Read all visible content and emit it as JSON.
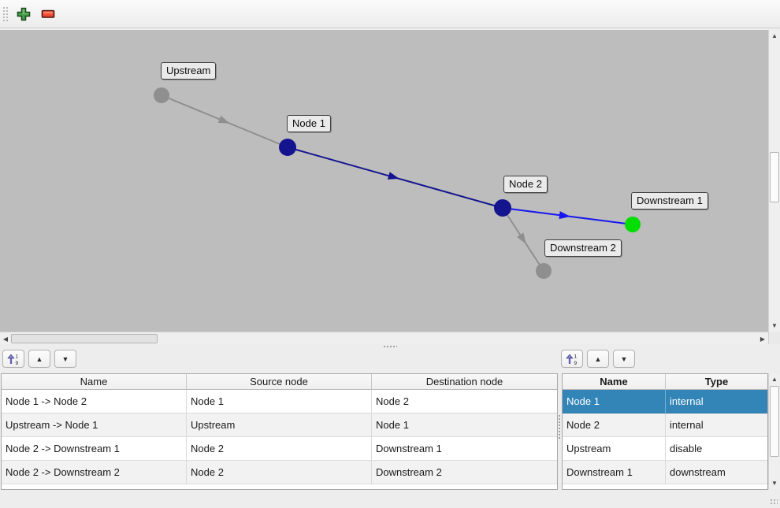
{
  "toolbar": {
    "buttons": [
      {
        "name": "add",
        "icon": "green-plus-icon"
      },
      {
        "name": "remove",
        "icon": "red-minus-icon"
      }
    ]
  },
  "graph": {
    "background": "#bdbdbd",
    "nodes": [
      {
        "label": "Upstream",
        "color": "#8f8f8f"
      },
      {
        "label": "Node 1",
        "color": "#14148f"
      },
      {
        "label": "Node 2",
        "color": "#14148f"
      },
      {
        "label": "Downstream 1",
        "color": "#00dd00"
      },
      {
        "label": "Downstream 2",
        "color": "#8f8f8f"
      }
    ],
    "edges": [
      {
        "name": "Upstream -> Node 1",
        "color": "#8f8f8f"
      },
      {
        "name": "Node 1 -> Node 2",
        "color": "#14148f"
      },
      {
        "name": "Node 2 -> Downstream 1",
        "color": "#1616f0"
      },
      {
        "name": "Node 2 -> Downstream 2",
        "color": "#8f8f8f"
      }
    ]
  },
  "edges_table": {
    "headers": [
      "Name",
      "Source node",
      "Destination node"
    ],
    "rows": [
      {
        "name": "Node 1 -> Node 2",
        "source": "Node 1",
        "destination": "Node 2"
      },
      {
        "name": "Upstream -> Node 1",
        "source": "Upstream",
        "destination": "Node 1"
      },
      {
        "name": "Node 2 -> Downstream 1",
        "source": "Node 2",
        "destination": "Downstream 1"
      },
      {
        "name": "Node 2 -> Downstream 2",
        "source": "Node 2",
        "destination": "Downstream 2"
      }
    ]
  },
  "nodes_table": {
    "headers": [
      "Name",
      "Type"
    ],
    "rows": [
      {
        "name": "Node 1",
        "type": "internal"
      },
      {
        "name": "Node 2",
        "type": "internal"
      },
      {
        "name": "Upstream",
        "type": "disable"
      },
      {
        "name": "Downstream 1",
        "type": "downstream"
      }
    ],
    "selected_row": "Node 1",
    "selection_color": "#3385b8"
  },
  "icons": {
    "up": "▲",
    "down": "▼",
    "left": "◀",
    "right": "▶",
    "sort_top_digit": "1",
    "sort_bottom_digit": "9"
  }
}
